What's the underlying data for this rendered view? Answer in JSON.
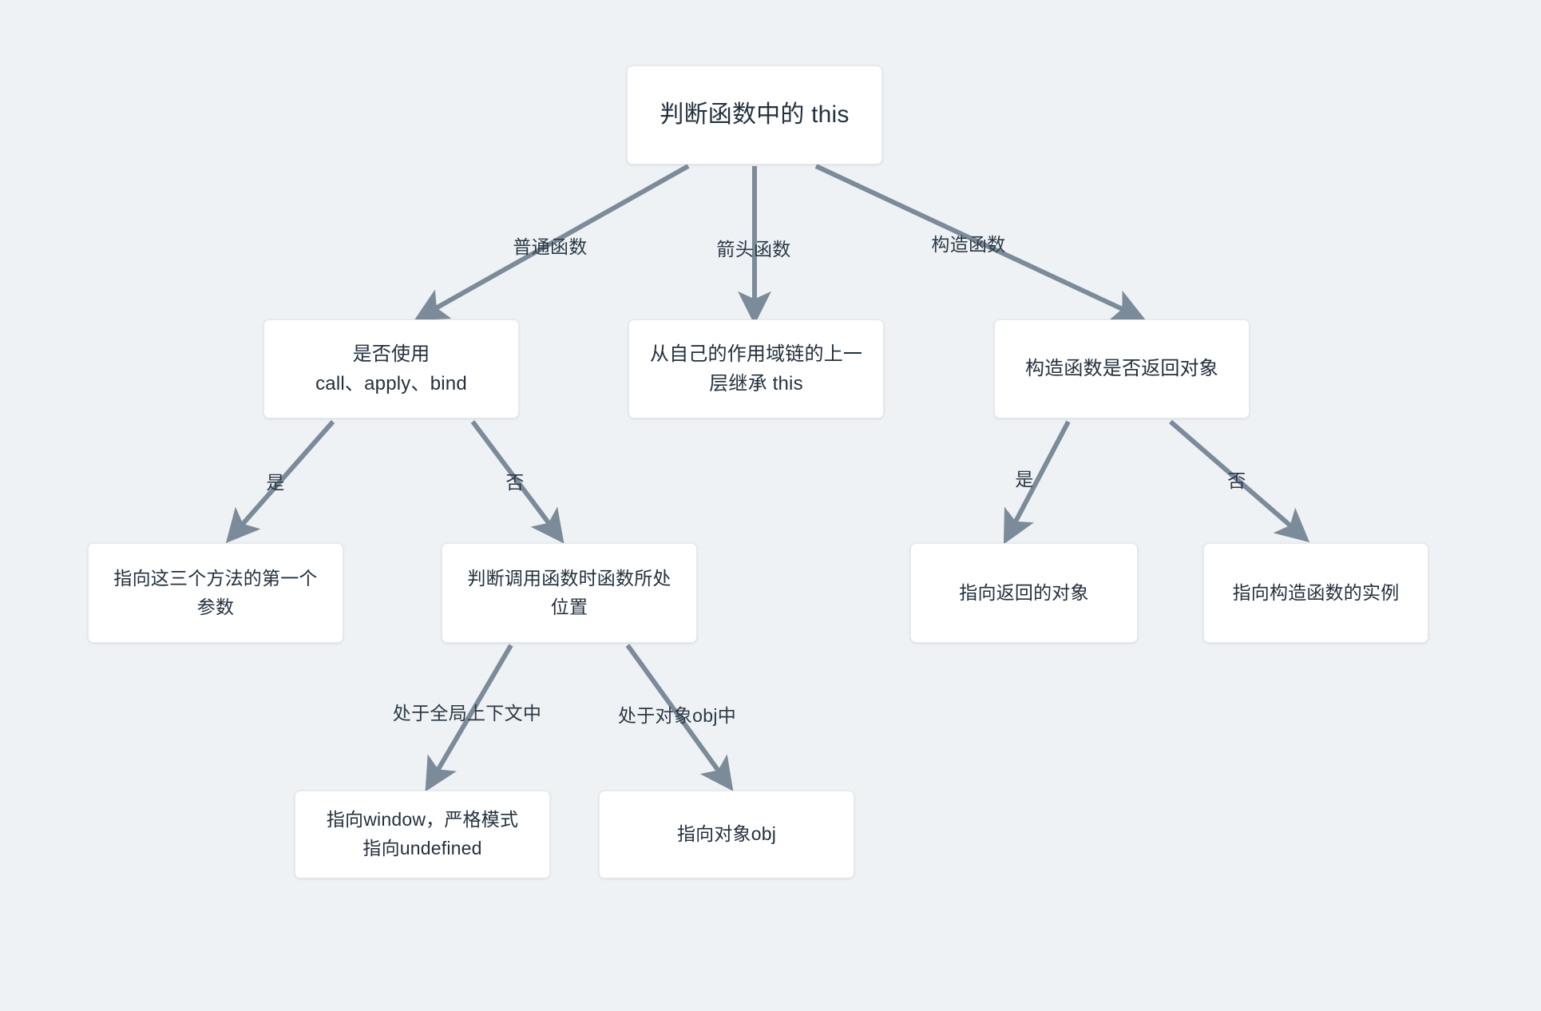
{
  "diagram": {
    "title": "判断函数中的 this",
    "background_color": "#eff2f5",
    "node_fill": "#ffffff",
    "edge_color": "#7b8b9a",
    "text_color": "#23303d",
    "nodes": [
      {
        "id": "root",
        "text": "判断函数中的 this"
      },
      {
        "id": "normal",
        "text": "是否使用\ncall、apply、bind"
      },
      {
        "id": "arrow",
        "text": "从自己的作用域链的上一\n层继承 this"
      },
      {
        "id": "ctor",
        "text": "构造函数是否返回对象"
      },
      {
        "id": "first-arg",
        "text": "指向这三个方法的第一个\n参数"
      },
      {
        "id": "position",
        "text": "判断调用函数时函数所处\n位置"
      },
      {
        "id": "ret-obj",
        "text": "指向返回的对象"
      },
      {
        "id": "instance",
        "text": "指向构造函数的实例"
      },
      {
        "id": "window",
        "text": "指向window，严格模式\n指向undefined"
      },
      {
        "id": "obj",
        "text": "指向对象obj"
      }
    ],
    "edge_labels": [
      {
        "id": "normal-fn",
        "text": "普通函数"
      },
      {
        "id": "arrow-fn",
        "text": "箭头函数"
      },
      {
        "id": "ctor-fn",
        "text": "构造函数"
      },
      {
        "id": "yes-1",
        "text": "是"
      },
      {
        "id": "no-1",
        "text": "否"
      },
      {
        "id": "yes-2",
        "text": "是"
      },
      {
        "id": "no-2",
        "text": "否"
      },
      {
        "id": "global-ctx",
        "text": "处于全局上下文中"
      },
      {
        "id": "in-obj",
        "text": "处于对象obj中"
      }
    ]
  }
}
